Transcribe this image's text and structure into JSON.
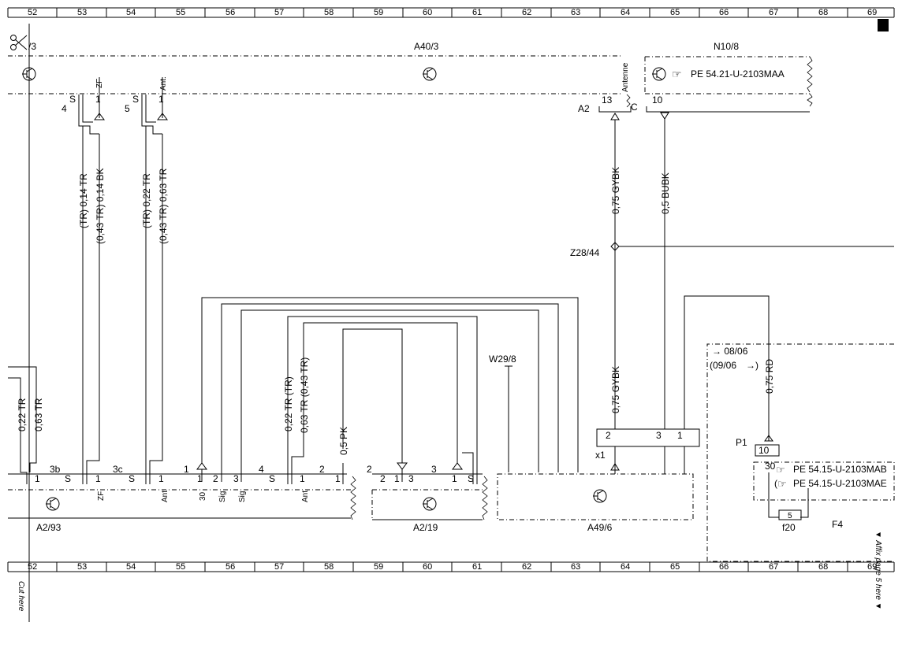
{
  "ruler": {
    "numbers": [
      "52",
      "53",
      "54",
      "55",
      "56",
      "57",
      "58",
      "59",
      "60",
      "61",
      "62",
      "63",
      "64",
      "65",
      "66",
      "67",
      "68",
      "69"
    ]
  },
  "header": {
    "page_ref": "/3"
  },
  "components": {
    "a40_3": "A40/3",
    "n10_8": "N10/8",
    "a2": "A2",
    "a2_93": "A2/93",
    "a2_19": "A2/19",
    "a49_6": "A49/6",
    "z28_44": "Z28/44",
    "w29_8": "W29/8",
    "x1": "x1",
    "p1": "P1",
    "f4": "F4",
    "f20": "f20"
  },
  "refs": {
    "n10_8_ref": "PE 54.21-U-2103MAA",
    "f4_ref1": "PE 54.15-U-2103MAB",
    "f4_ref2": "PE 54.15-U-2103MAE"
  },
  "date_labels": {
    "from": "→ 08/06",
    "to": "(09/06",
    "arrow_paren": "→)"
  },
  "wires": {
    "w1a": "(TR) 0,14 TR",
    "w1b": "(0,43 TR) 0,14 BK",
    "w2a": "(TR) 0,22 TR",
    "w2b": "(0,43 TR) 0,63 TR",
    "gybk_top": "0,75 GYBK",
    "bubk": "0,5 BUBK",
    "gybk_bottom": "0,75 GYBK",
    "rd": "0,75 RD",
    "left_a": "0,22 TR",
    "left_b": "0,63 TR",
    "mid_a": "0,22 TR (TR)",
    "mid_b": "0,63 TR (0,43 TR)",
    "pk": "0,5 PK"
  },
  "pins": {
    "s": "S",
    "one": "1",
    "zf": "ZF",
    "ant": "Ant.",
    "ant_short": "Ant",
    "antenne": "Antenne",
    "c": "C",
    "sig": "Sig",
    "n30": "30",
    "n2": "2",
    "n3": "3",
    "n4": "4",
    "n5": "5",
    "n10": "10",
    "n13": "13",
    "n3b": "3b",
    "n3c": "3c"
  },
  "side_text": {
    "cut_here": "Cut here",
    "affix": "▼ Affix page 5 here ▼"
  }
}
